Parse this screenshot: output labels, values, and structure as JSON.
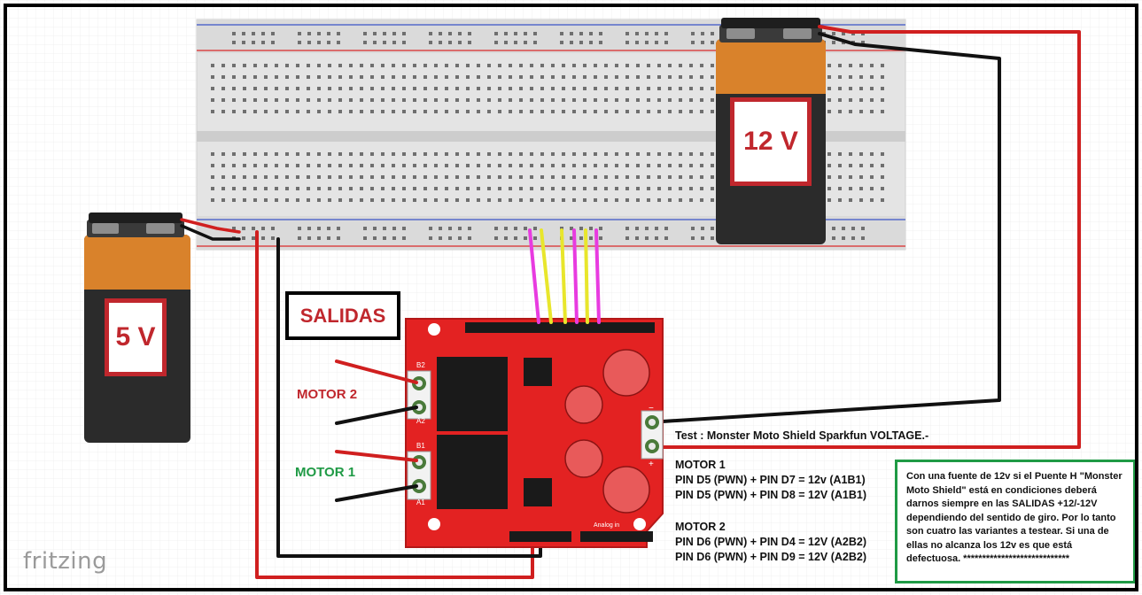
{
  "batteries": {
    "small": {
      "label": "5 V"
    },
    "large": {
      "label": "12 V"
    }
  },
  "outputs_title": "SALIDAS",
  "motor_labels": {
    "motor2": "MOTOR 2",
    "motor1": "MOTOR 1"
  },
  "test_title": "Test : Monster Moto Shield Sparkfun VOLTAGE.-",
  "motor1_block": {
    "title": "MOTOR 1",
    "lines": [
      "PIN D5 (PWN) + PIN D7 = 12v (A1B1)",
      "PIN D5 (PWN) + PIN D8 = 12V (A1B1)"
    ]
  },
  "motor2_block": {
    "title": "MOTOR 2",
    "lines": [
      "PIN D6 (PWN) + PIN D4 = 12V (A2B2)",
      "PIN D6 (PWN) + PIN D9 = 12V (A2B2)"
    ]
  },
  "note": "Con una fuente de 12v si el Puente H \"Monster Moto Shield\" está en condiciones deberá darnos siempre en las SALIDAS +12/-12V dependiendo del sentido de giro. Por lo tanto son cuatro las variantes a testear. Si una de ellas no alcanza los 12v es que está defectuosa. ****************************",
  "shield_pin_labels": {
    "a2": "A2",
    "b2": "B2",
    "a1": "A1",
    "b1": "B1",
    "plus": "+",
    "minus": "−",
    "analog": "Analog in"
  },
  "watermark": "fritzing",
  "colors": {
    "battery_orange": "#d9822b",
    "battery_body": "#2b2b2b",
    "label_red": "#c0272d",
    "shield_red": "#e32222",
    "wire_red": "#d01f1f",
    "wire_black": "#111111",
    "jumper_pink": "#e83be0",
    "jumper_yellow": "#e8e62c",
    "motor1_green": "#1f9a45",
    "note_border": "#1f9a45"
  }
}
